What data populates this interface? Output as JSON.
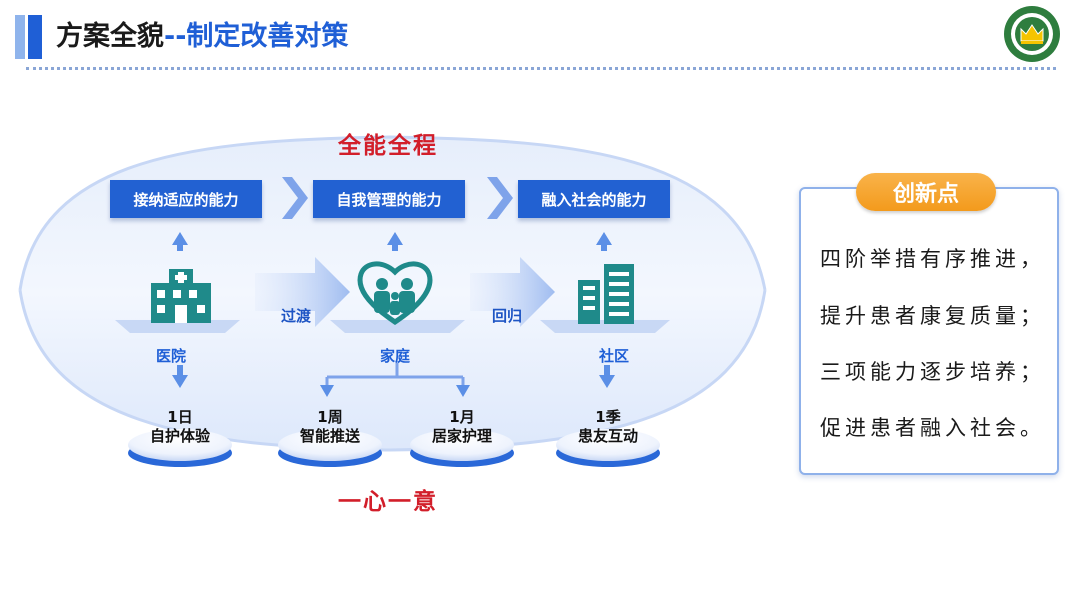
{
  "header": {
    "title_main": "方案全貌",
    "title_sub": "--制定改善对策",
    "logo_icon": "hospital-crown-seal-icon"
  },
  "diagram": {
    "top_slogan": "全能全程",
    "bottom_slogan": "一心一意",
    "abilities": [
      "接纳适应的能力",
      "自我管理的能力",
      "融入社会的能力"
    ],
    "stages": [
      {
        "label": "医院",
        "icon": "hospital-building-icon"
      },
      {
        "label": "家庭",
        "icon": "family-heart-icon"
      },
      {
        "label": "社区",
        "icon": "community-building-icon"
      }
    ],
    "transitions": [
      "过渡",
      "回归"
    ],
    "milestones": [
      {
        "time": "1日",
        "text": "自护体验"
      },
      {
        "time": "1周",
        "text": "智能推送"
      },
      {
        "time": "1月",
        "text": "居家护理"
      },
      {
        "time": "1季",
        "text": "患友互动"
      }
    ]
  },
  "innovation": {
    "heading": "创新点",
    "lines": [
      "四阶举措有序推进，",
      "提升患者康复质量；",
      "三项能力逐步培养；",
      "促进患者融入社会。"
    ]
  },
  "colors": {
    "brand_blue": "#2261d2",
    "accent_red": "#d21e2a",
    "accent_orange": "#f39a1c",
    "icon_teal": "#1f8a8a"
  }
}
